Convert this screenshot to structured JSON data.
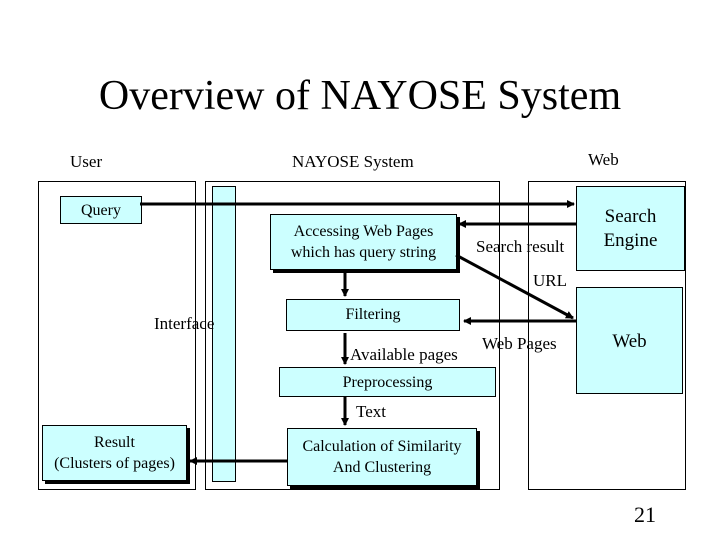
{
  "title": "Overview of NAYOSE System",
  "columns": {
    "user": "User",
    "nayose": "NAYOSE System",
    "web": "Web"
  },
  "boxes": {
    "query": "Query",
    "interface": "Interface",
    "result_line1": "Result",
    "result_line2": "(Clusters of pages)",
    "accessing_line1": "Accessing Web Pages",
    "accessing_line2": "which has query string",
    "search_engine_line1": "Search",
    "search_engine_line2": "Engine",
    "filtering": "Filtering",
    "web": "Web",
    "preprocessing": "Preprocessing",
    "calc_line1": "Calculation of Similarity",
    "calc_line2": "And Clustering"
  },
  "flow_labels": {
    "search_result": "Search result",
    "url": "URL",
    "available_pages": "Available pages",
    "web_pages": "Web Pages",
    "text": "Text"
  },
  "page_number": "21",
  "colors": {
    "box_fill": "#ccffff",
    "line": "#000000",
    "background": "#ffffff"
  }
}
